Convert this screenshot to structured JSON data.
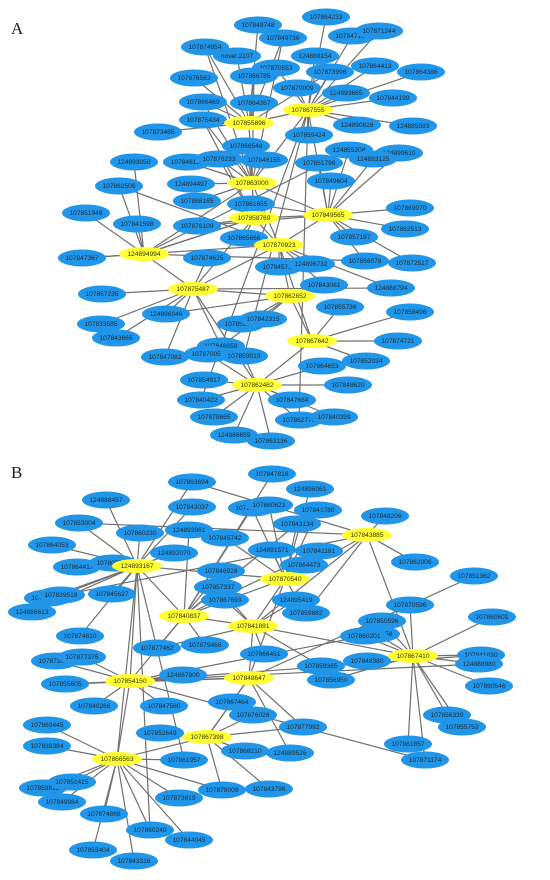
{
  "colors": {
    "background": "#ffffff",
    "edge": "#707070",
    "node": "#2196E8",
    "hub": "#FFFF33",
    "node_text": "#1a2a3a",
    "hub_text": "#333300"
  },
  "panels": [
    {
      "label": "A",
      "hubs": [
        "107867555",
        "107855896",
        "107863000",
        "107858769",
        "107849565",
        "124894994",
        "107870923",
        "107875487",
        "107862652",
        "107867642",
        "107862462"
      ],
      "nodes": [
        "107849748",
        "107849736",
        "107864233",
        "107847161",
        "107871244",
        "107874954",
        "novel.2107",
        "107870553",
        "124888154",
        "107873996",
        "107864413",
        "107864386",
        "107876563",
        "107866785",
        "107870009",
        "124893665",
        "107844199",
        "107866469",
        "107864267",
        "124890826",
        "124885593",
        "107875434",
        "107873465",
        "107866548",
        "107859424",
        "124855208",
        "124899610",
        "124893050",
        "107846114",
        "107876233",
        "107846155",
        "107851798",
        "124893125",
        "107862506",
        "124894497",
        "107849604",
        "107868165",
        "107861655",
        "107869070",
        "107851946",
        "107841598",
        "107876109",
        "107865666",
        "107857197",
        "107862513",
        "107847367",
        "107874625",
        "107845798",
        "124896732",
        "107866076",
        "107872517",
        "107857235",
        "107843061",
        "124888794",
        "107855736",
        "107858496",
        "107833585",
        "124896046",
        "107852730",
        "107842315",
        "107843665",
        "107848859",
        "107874721",
        "107847082",
        "107870054",
        "107859019",
        "107852034",
        "107854917",
        "107864653",
        "107840422",
        "107848620",
        "107878665",
        "107847684",
        "107862778",
        "107840399",
        "124888659",
        "107863136"
      ]
    },
    {
      "label": "B",
      "hubs": [
        "124893167",
        "107843885",
        "107870540",
        "107840837",
        "107841891",
        "107867410",
        "107854150",
        "107848647",
        "107867398",
        "107866563"
      ],
      "nodes": [
        "107847816",
        "107863694",
        "124896061",
        "124888457",
        "107843037",
        "107854581",
        "107860621",
        "107841780",
        "107848206",
        "107853004",
        "107860230",
        "124893961",
        "107845742",
        "107843134",
        "107864053",
        "124892070",
        "124891571",
        "107841181",
        "107862006",
        "107864417",
        "107807087",
        "107857337",
        "107846928",
        "107864473",
        "107851362",
        "107840527",
        "107845627",
        "107867693",
        "124895419",
        "107859882",
        "107870596",
        "124886613",
        "107839518",
        "107862458",
        "107850596",
        "107860601",
        "107874810",
        "107877462",
        "107879466",
        "107866451",
        "107860201",
        "107841030",
        "107873026",
        "107877376",
        "124887900",
        "107867464",
        "107859365",
        "107848380",
        "107860546",
        "107855605",
        "107847560",
        "107876026",
        "107856950",
        "124888980",
        "107869445",
        "107840266",
        "107852649",
        "107877992",
        "107856339",
        "107855753",
        "107839384",
        "107861957",
        "107868210",
        "124889526",
        "107861857",
        "107871174",
        "107859813",
        "107851415",
        "107873819",
        "107878009",
        "107843796",
        "107849984",
        "107874868",
        "107860240",
        "107844045",
        "107853404",
        "107843316"
      ]
    }
  ]
}
